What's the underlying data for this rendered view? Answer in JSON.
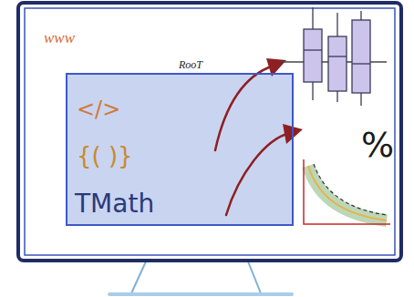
{
  "diagram": {
    "nodes": [
      {
        "text": [
          "www"
        ]
      },
      {
        "text": [
          "RooT",
          "</>",
          "{( )}",
          "TMath"
        ],
        "in": 0
      }
    ],
    "labels": [
      "%"
    ]
  }
}
